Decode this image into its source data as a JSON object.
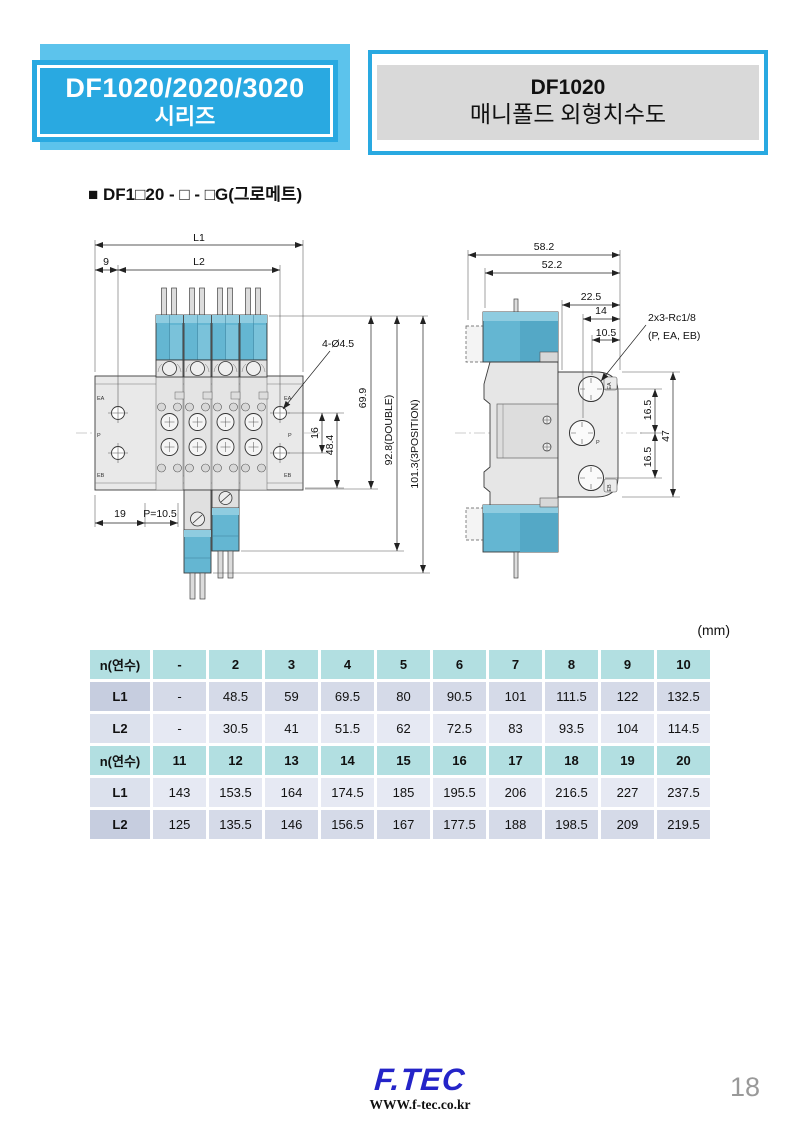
{
  "header": {
    "series_title_line1": "DF1020/2020/3020",
    "series_title_line2": "시리즈",
    "box_title_line1": "DF1020",
    "box_title_line2": "매니폴드 외형치수도"
  },
  "section_label": "■ DF1□20 - □ - □G(그로메트)",
  "unit_label": "(mm)",
  "front_view": {
    "dims": {
      "l1": "L1",
      "l2": "L2",
      "left_offset": "9",
      "holes": "4-Ø4.5",
      "p16": "16",
      "p48": "48.4",
      "h69": "69.9",
      "h92": "92.8(DOUBLE)",
      "h101": "101.3(3POSITION)",
      "d19": "19",
      "pitch": "P=10.5"
    },
    "port_labels": {
      "ea": "EA",
      "p": "P",
      "eb": "EB"
    }
  },
  "side_view": {
    "dims": {
      "w58": "58.2",
      "w52": "52.2",
      "w22": "22.5",
      "w14": "14",
      "w10": "10.5",
      "s16a": "16.5",
      "s16b": "16.5",
      "h47": "47"
    },
    "thread_note_line1": "2x3-Rc1/8",
    "thread_note_line2": "(P, EA, EB)",
    "port_labels": {
      "ea": "EA",
      "p": "P",
      "eb": "EB"
    }
  },
  "table": {
    "rows": [
      {
        "type": "header",
        "cells": [
          "n(연수)",
          "-",
          "2",
          "3",
          "4",
          "5",
          "6",
          "7",
          "8",
          "9",
          "10"
        ]
      },
      {
        "type": "dark",
        "cells": [
          "L1",
          "-",
          "48.5",
          "59",
          "69.5",
          "80",
          "90.5",
          "101",
          "111.5",
          "122",
          "132.5"
        ]
      },
      {
        "type": "light",
        "cells": [
          "L2",
          "-",
          "30.5",
          "41",
          "51.5",
          "62",
          "72.5",
          "83",
          "93.5",
          "104",
          "114.5"
        ]
      },
      {
        "type": "header",
        "cells": [
          "n(연수)",
          "11",
          "12",
          "13",
          "14",
          "15",
          "16",
          "17",
          "18",
          "19",
          "20"
        ]
      },
      {
        "type": "light",
        "cells": [
          "L1",
          "143",
          "153.5",
          "164",
          "174.5",
          "185",
          "195.5",
          "206",
          "216.5",
          "227",
          "237.5"
        ]
      },
      {
        "type": "dark",
        "cells": [
          "L2",
          "125",
          "135.5",
          "146",
          "156.5",
          "167",
          "177.5",
          "188",
          "198.5",
          "209",
          "219.5"
        ]
      }
    ]
  },
  "footer": {
    "logo": "F.TEC",
    "url": "WWW.f-tec.co.kr",
    "page_number": "18"
  }
}
